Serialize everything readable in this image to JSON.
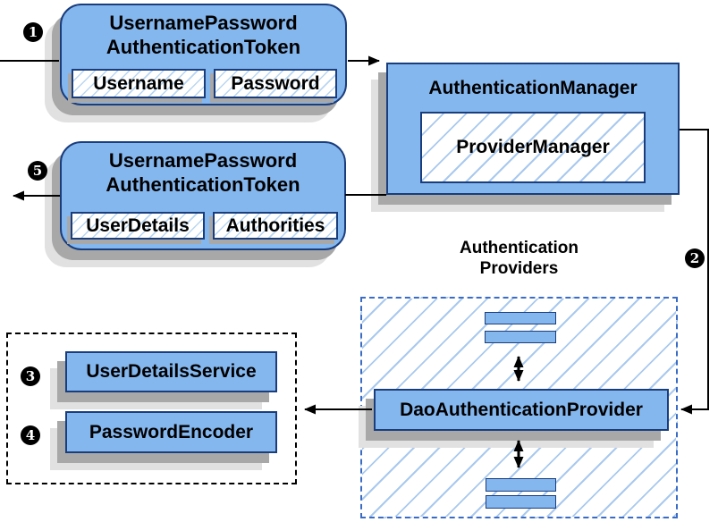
{
  "colors": {
    "node_fill": "#85b7ef",
    "node_border": "#1a3d7c",
    "hatch_line_light": "#b9d6f2",
    "hatch_line": "#a9c9ee",
    "providers_dashed_border": "#3a6cc6",
    "group_dotted_border": "#000000",
    "shadow_dark": "#a8a8a8",
    "shadow_light": "#e1e1e1",
    "connector": "#000000",
    "badge_bg": "#000000",
    "badge_text": "#ffffff"
  },
  "steps": {
    "s1": "1",
    "s2": "2",
    "s3": "3",
    "s4": "4",
    "s5": "5"
  },
  "request_token": {
    "title_line1": "UsernamePassword",
    "title_line2": "AuthenticationToken",
    "field_username": "Username",
    "field_password": "Password"
  },
  "auth_manager": {
    "title": "AuthenticationManager",
    "inner": "ProviderManager"
  },
  "result_token": {
    "title_line1": "UsernamePassword",
    "title_line2": "AuthenticationToken",
    "field_userdetails": "UserDetails",
    "field_authorities": "Authorities"
  },
  "providers": {
    "label_line1": "Authentication",
    "label_line2": "Providers",
    "dao": "DaoAuthenticationProvider"
  },
  "beans": {
    "user_details_service": "UserDetailsService",
    "password_encoder": "PasswordEncoder"
  }
}
